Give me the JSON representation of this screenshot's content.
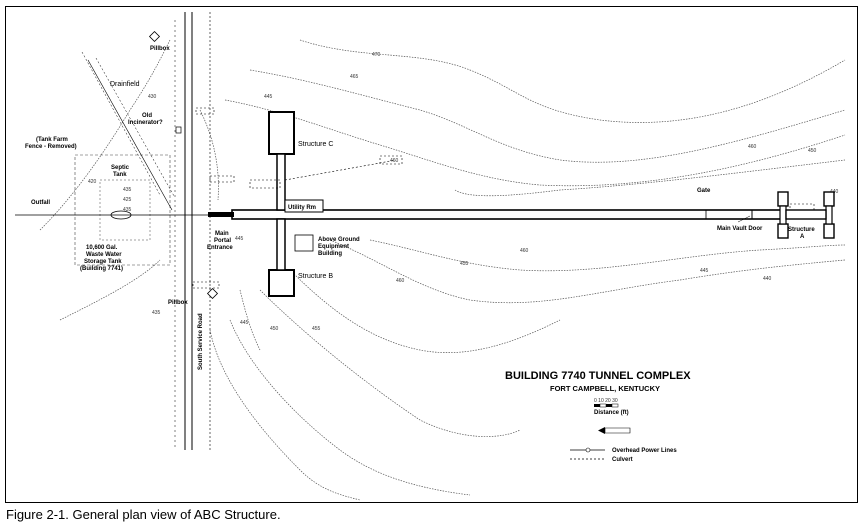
{
  "figure": {
    "caption": "Figure 2-1.  General plan view of ABC Structure."
  },
  "title_block": {
    "title": "BUILDING 7740 TUNNEL COMPLEX",
    "subtitle": "FORT CAMPBELL, KENTUCKY",
    "scale_ticks": "0   10  20  30",
    "scale_label": "Distance (ft)",
    "legend": [
      {
        "label": "Overhead Power Lines"
      },
      {
        "label": "Culvert"
      }
    ]
  },
  "labels": {
    "pillbox_north": "Pillbox",
    "pillbox_south": "Pillbox",
    "drainfield": "Drainfield",
    "old_incinerator_1": "Old",
    "old_incinerator_2": "Incinerator?",
    "tank_farm_1": "(Tank Farm",
    "tank_farm_2": "Fence - Removed)",
    "septic_1": "Septic",
    "septic_2": "Tank",
    "outfall": "Outfall",
    "tank_1": "10,600 Gal.",
    "tank_2": "Waste Water",
    "tank_3": "Storage Tank",
    "tank_4": "(Building 7741)",
    "portal_1": "Main",
    "portal_2": "Portal",
    "portal_3": "Entrance",
    "structure_c": "Structure C",
    "structure_b": "Structure B",
    "structure_a_1": "Structure",
    "structure_a_2": "A",
    "utility_rm": "Utility Rm",
    "equip_1": "Above Ground",
    "equip_2": "Equipment",
    "equip_3": "Building",
    "gate": "Gate",
    "main_vault_door": "Main Vault Door",
    "south_service_road": "South Service Road"
  },
  "contour_labels": [
    "470",
    "465",
    "460",
    "455",
    "450",
    "445",
    "440",
    "435",
    "430",
    "425",
    "420"
  ]
}
